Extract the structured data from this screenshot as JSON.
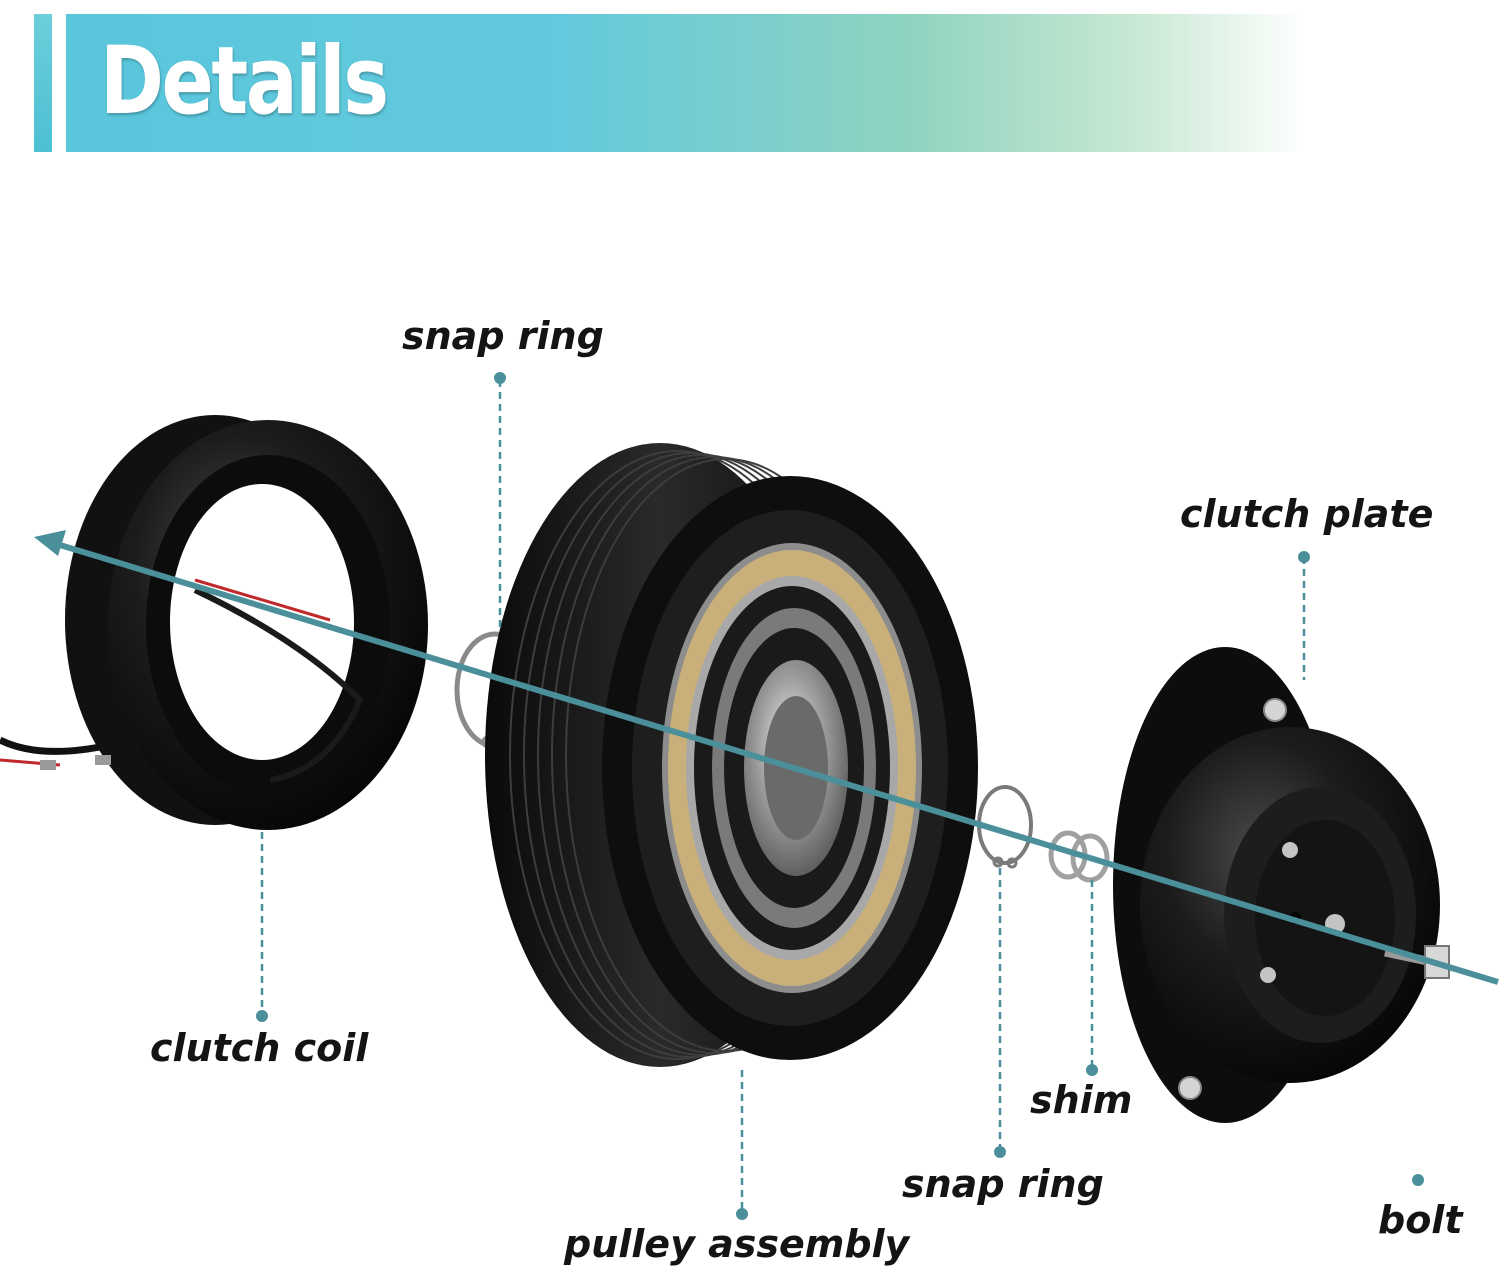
{
  "header": {
    "title": "Details"
  },
  "colors": {
    "accent": "#4a8f9a",
    "header_band": "#59c6dc",
    "part_black": "#141414",
    "friction_tan": "#c9b07a"
  },
  "labels": {
    "snap_ring_top": "snap ring",
    "clutch_plate": "clutch plate",
    "clutch_coil": "clutch coil",
    "shim": "shim",
    "snap_ring_bottom": "snap ring",
    "bolt": "bolt",
    "pulley_assembly": "pulley assembly"
  }
}
